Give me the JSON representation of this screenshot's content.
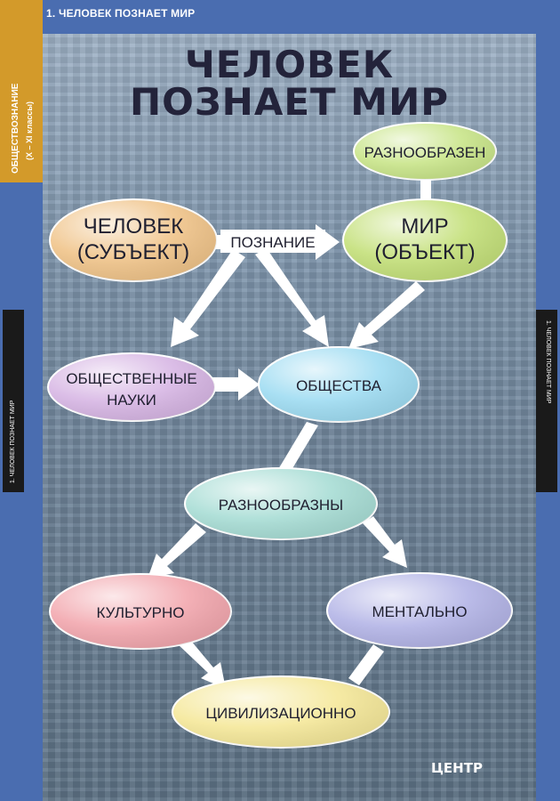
{
  "header": {
    "text": "1. ЧЕЛОВЕК ПОЗНАЕТ МИР",
    "side_tab": "ОБЩЕСТВОЗНАНИЕ",
    "side_tab_sub": "(X – XI классы)",
    "left_bar": "1. ЧЕЛОВЕК ПОЗНАЕТ МИР",
    "right_bar": "1. ЧЕЛОВЕК ПОЗНАЕТ МИР"
  },
  "title": {
    "line1": "ЧЕЛОВЕК",
    "line2": "ПОЗНАЕТ  МИР"
  },
  "nodes": [
    {
      "id": "raznoobrazen",
      "lines": [
        "РАЗНООБРАЗЕН"
      ],
      "fill": "#c9e58a"
    },
    {
      "id": "chelovek",
      "lines": [
        "ЧЕЛОВЕК",
        "(СУБЪЕКТ)"
      ],
      "fill": "#f0c48a"
    },
    {
      "id": "mir",
      "lines": [
        "МИР",
        "(ОБЪЕКТ)"
      ],
      "fill": "#c4e07a"
    },
    {
      "id": "poznanie",
      "lines": [
        "ПОЗНАНИЕ"
      ],
      "fill": "#ffffff"
    },
    {
      "id": "nauki",
      "lines": [
        "ОБЩЕСТВЕННЫЕ",
        "НАУКИ"
      ],
      "fill": "#d7b6e4"
    },
    {
      "id": "obshchestva",
      "lines": [
        "ОБЩЕСТВА"
      ],
      "fill": "#9fdcf2"
    },
    {
      "id": "raznoobrazny",
      "lines": [
        "РАЗНООБРАЗНЫ"
      ],
      "fill": "#a8ddd5"
    },
    {
      "id": "kulturno",
      "lines": [
        "КУЛЬТУРНО"
      ],
      "fill": "#f2a7ae"
    },
    {
      "id": "mentalno",
      "lines": [
        "МЕНТАЛЬНО"
      ],
      "fill": "#b3b4e6"
    },
    {
      "id": "civilizacionno",
      "lines": [
        "ЦИВИЛИЗАЦИОННО"
      ],
      "fill": "#f5e89a"
    }
  ],
  "logo": {
    "text": "ЦЕНТР"
  }
}
